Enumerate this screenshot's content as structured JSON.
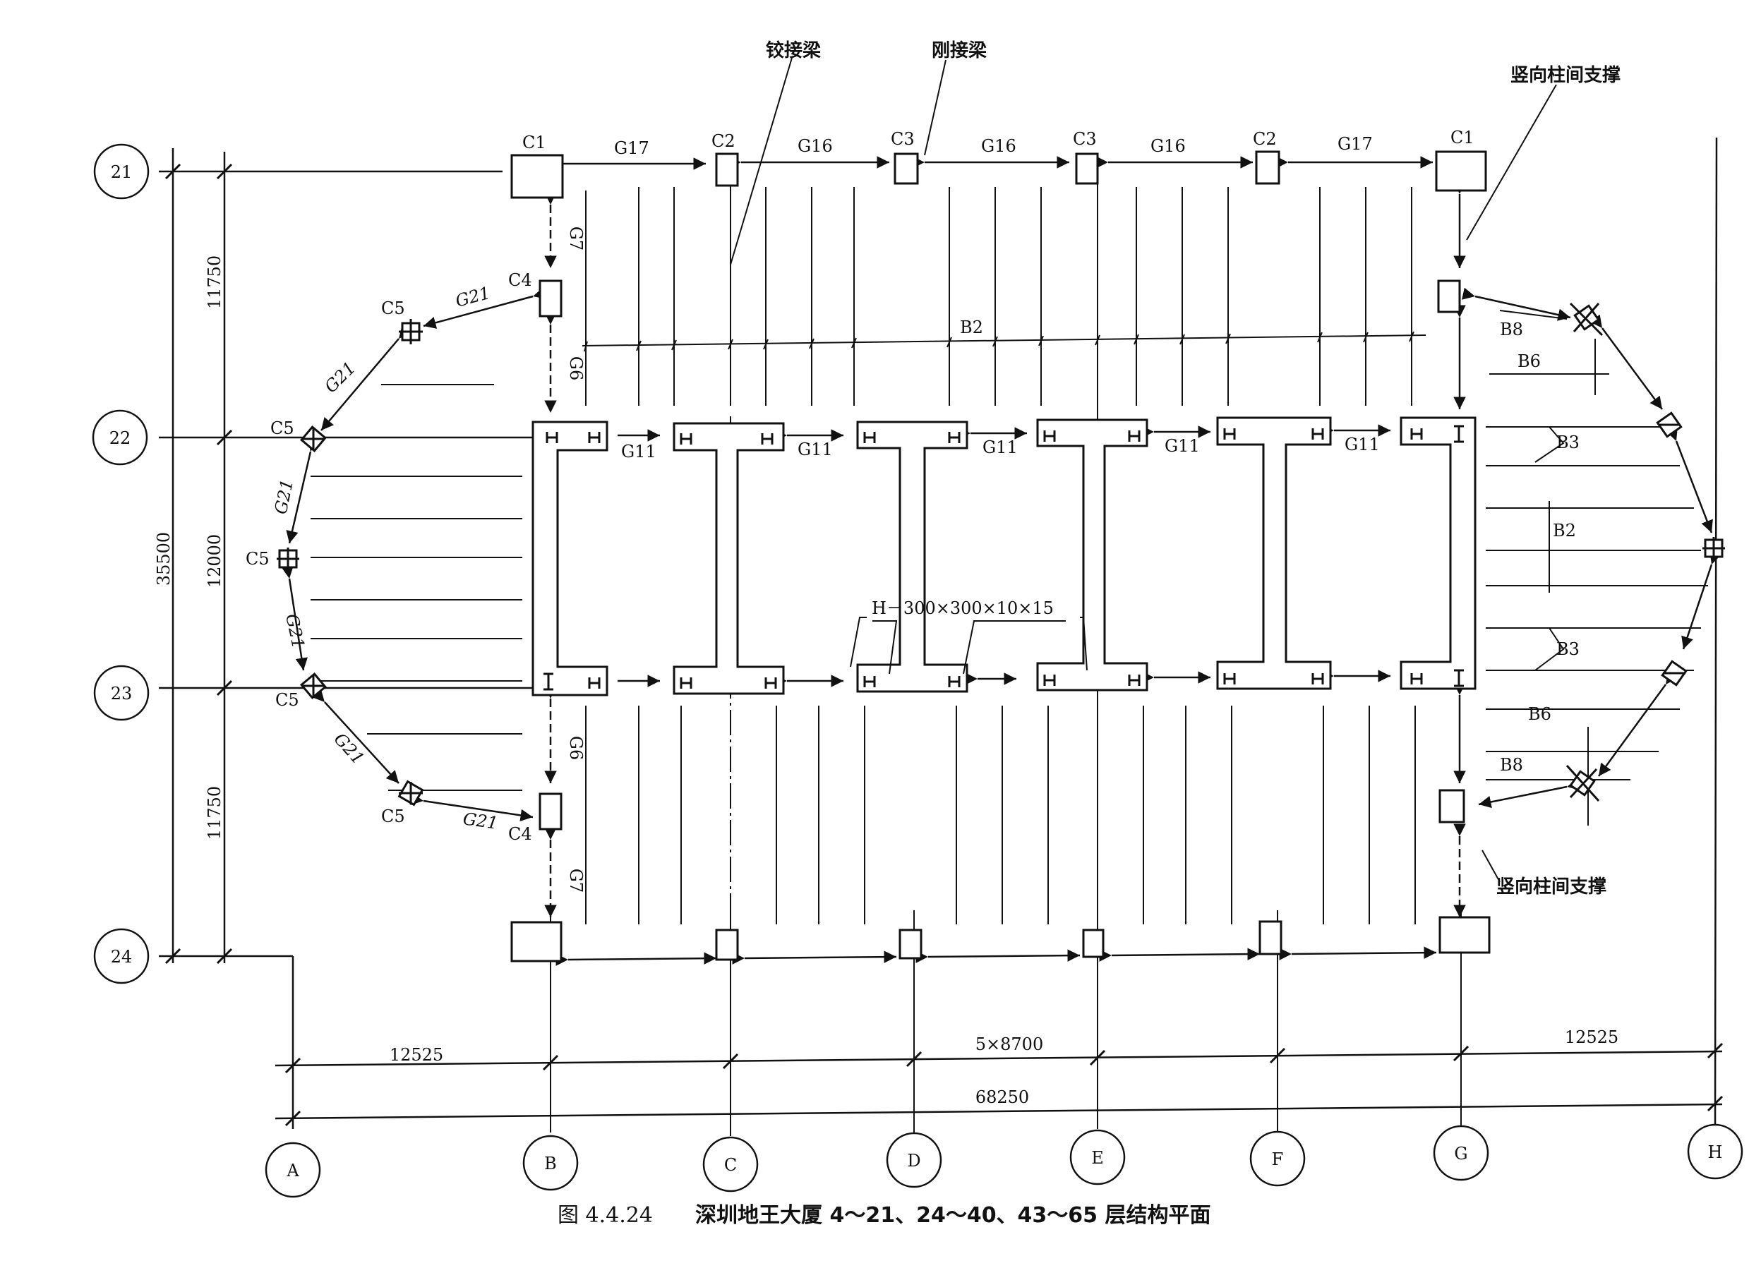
{
  "caption": {
    "number": "图 4.4.24",
    "title": "深圳地王大厦 4～21、24～40、43～65 层结构平面"
  },
  "grid_axes": {
    "columns": [
      "A",
      "B",
      "C",
      "D",
      "E",
      "F",
      "G",
      "H"
    ],
    "rows": [
      "21",
      "22",
      "23",
      "24"
    ]
  },
  "dimensions": {
    "vertical_total": "35500",
    "vertical_segments": [
      "11750",
      "12000",
      "11750"
    ],
    "horizontal_segments": [
      "12525",
      "5×8700",
      "12525"
    ],
    "horizontal_total": "68250"
  },
  "callouts": {
    "hinged_beam": "铰接梁",
    "rigid_beam": "刚接梁",
    "vertical_bracing_top": "竖向柱间支撑",
    "vertical_bracing_bottom": "竖向柱间支撑",
    "h_section": "H－300×300×10×15"
  },
  "members": {
    "top_columns": [
      "C1",
      "C2",
      "C3",
      "C3",
      "C2",
      "C1"
    ],
    "top_beams": [
      "G17",
      "G16",
      "G16",
      "G16",
      "G17"
    ],
    "c4_top": "C4",
    "c4_bottom": "C4",
    "c5_labels": [
      "C5",
      "C5",
      "C5",
      "C5",
      "C5"
    ],
    "g21_labels": [
      "G21",
      "G21",
      "G21",
      "G21",
      "G21",
      "G21"
    ],
    "g7_top": "G7",
    "g6_top": "G6",
    "g6_bottom": "G6",
    "g7_bottom": "G7",
    "g11_labels": [
      "G11",
      "G11",
      "G11",
      "G11",
      "G11"
    ],
    "b2_top": "B2",
    "right_labels": [
      "B8",
      "B6",
      "B3",
      "B2",
      "B3",
      "B6",
      "B8"
    ]
  }
}
